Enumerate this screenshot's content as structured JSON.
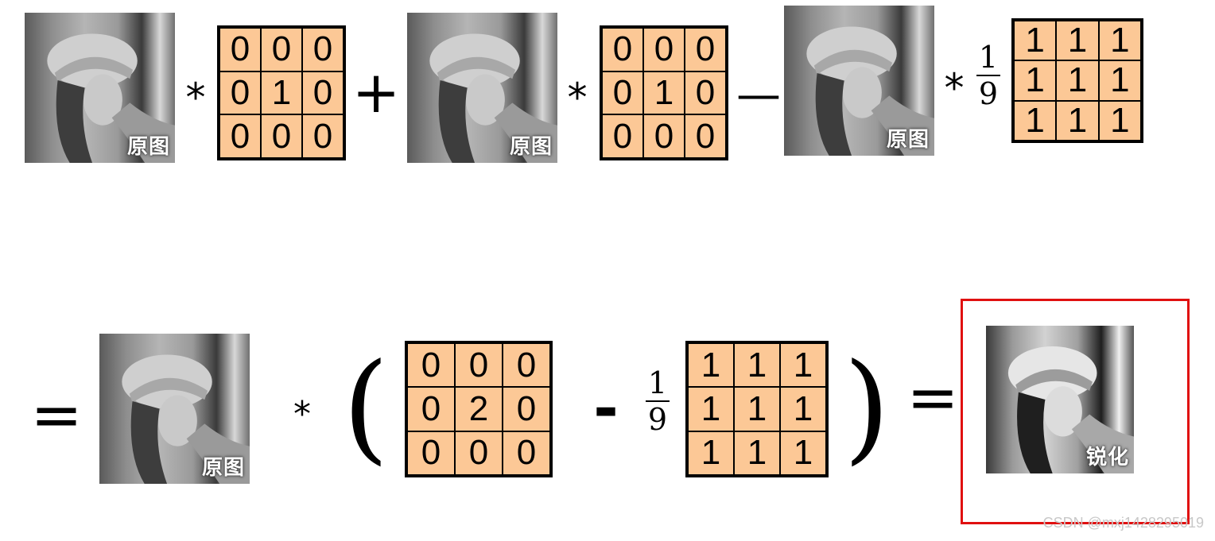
{
  "photos": {
    "top1": {
      "caption": "原图"
    },
    "top2": {
      "caption": "原图"
    },
    "top3": {
      "caption": "原图"
    },
    "bottom": {
      "caption": "原图"
    },
    "result": {
      "caption": "锐化"
    }
  },
  "kernels": {
    "top1": [
      "0",
      "0",
      "0",
      "0",
      "1",
      "0",
      "0",
      "0",
      "0"
    ],
    "top2": [
      "0",
      "0",
      "0",
      "0",
      "1",
      "0",
      "0",
      "0",
      "0"
    ],
    "top3": [
      "1",
      "1",
      "1",
      "1",
      "1",
      "1",
      "1",
      "1",
      "1"
    ],
    "bottom1": [
      "0",
      "0",
      "0",
      "0",
      "2",
      "0",
      "0",
      "0",
      "0"
    ],
    "bottom2": [
      "1",
      "1",
      "1",
      "1",
      "1",
      "1",
      "1",
      "1",
      "1"
    ]
  },
  "operators": {
    "multiply": "*",
    "plus": "+",
    "minus": "—",
    "minus_short": "-",
    "equals": "=",
    "open_paren": "(",
    "close_paren": ")"
  },
  "fraction": {
    "numerator": "1",
    "denominator": "9"
  },
  "colors": {
    "kernel_fill": "#fcc896",
    "highlight_border": "#e01010"
  },
  "watermark": "CSDN @mxj1428295019"
}
